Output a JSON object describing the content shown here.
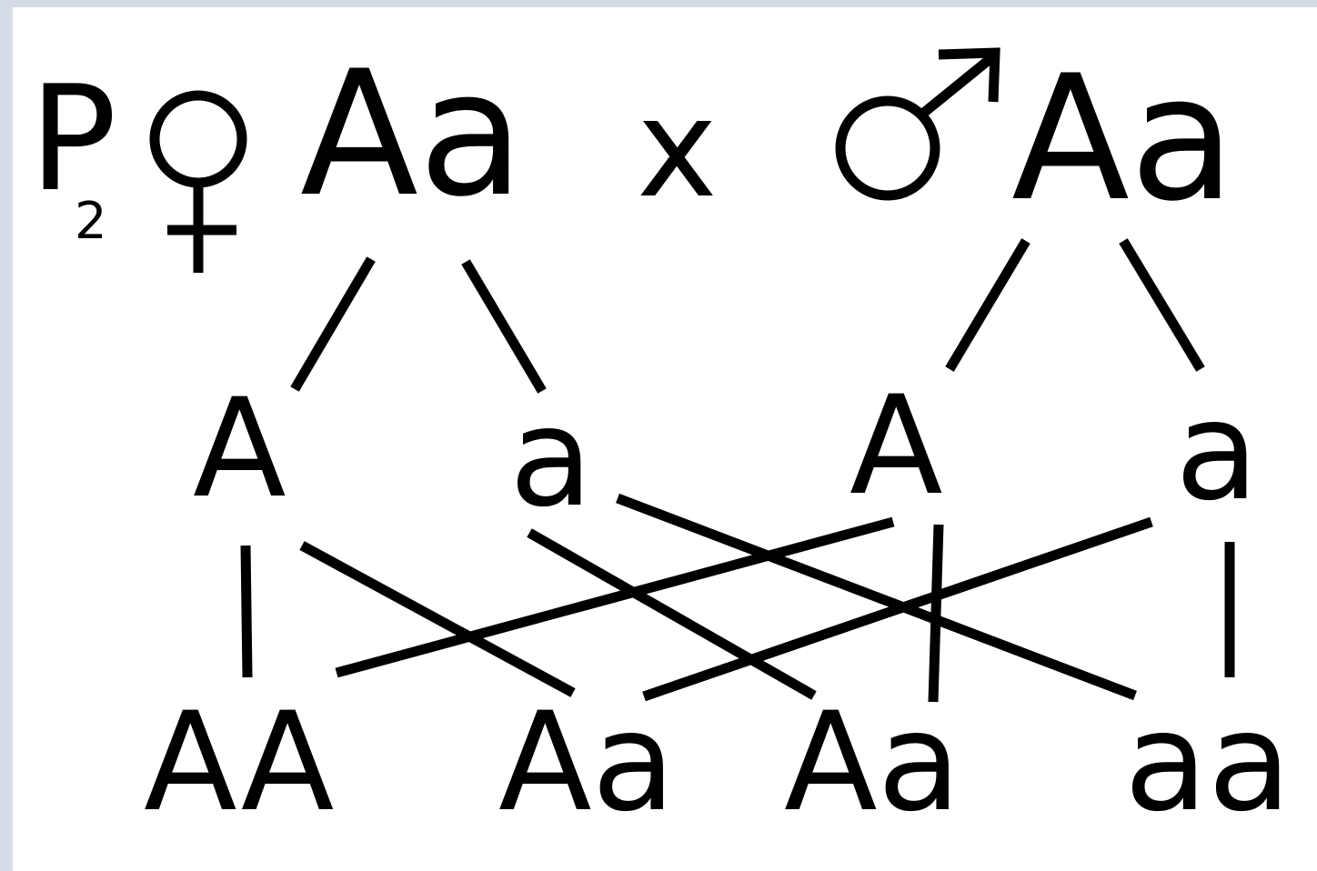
{
  "generation": {
    "letter": "P",
    "subscript": "2"
  },
  "female_parent": {
    "symbol": "♀",
    "genotype": "Aa"
  },
  "cross_symbol": "x",
  "male_parent": {
    "symbol": "♂",
    "genotype": "Aa"
  },
  "female_gametes": [
    "A",
    "a"
  ],
  "male_gametes": [
    "A",
    "a"
  ],
  "offspring": [
    "AA",
    "Aa",
    "Aa",
    "aa"
  ],
  "colors": {
    "ink": "#000000",
    "background": "#ffffff",
    "frame": "#d5dce6"
  }
}
